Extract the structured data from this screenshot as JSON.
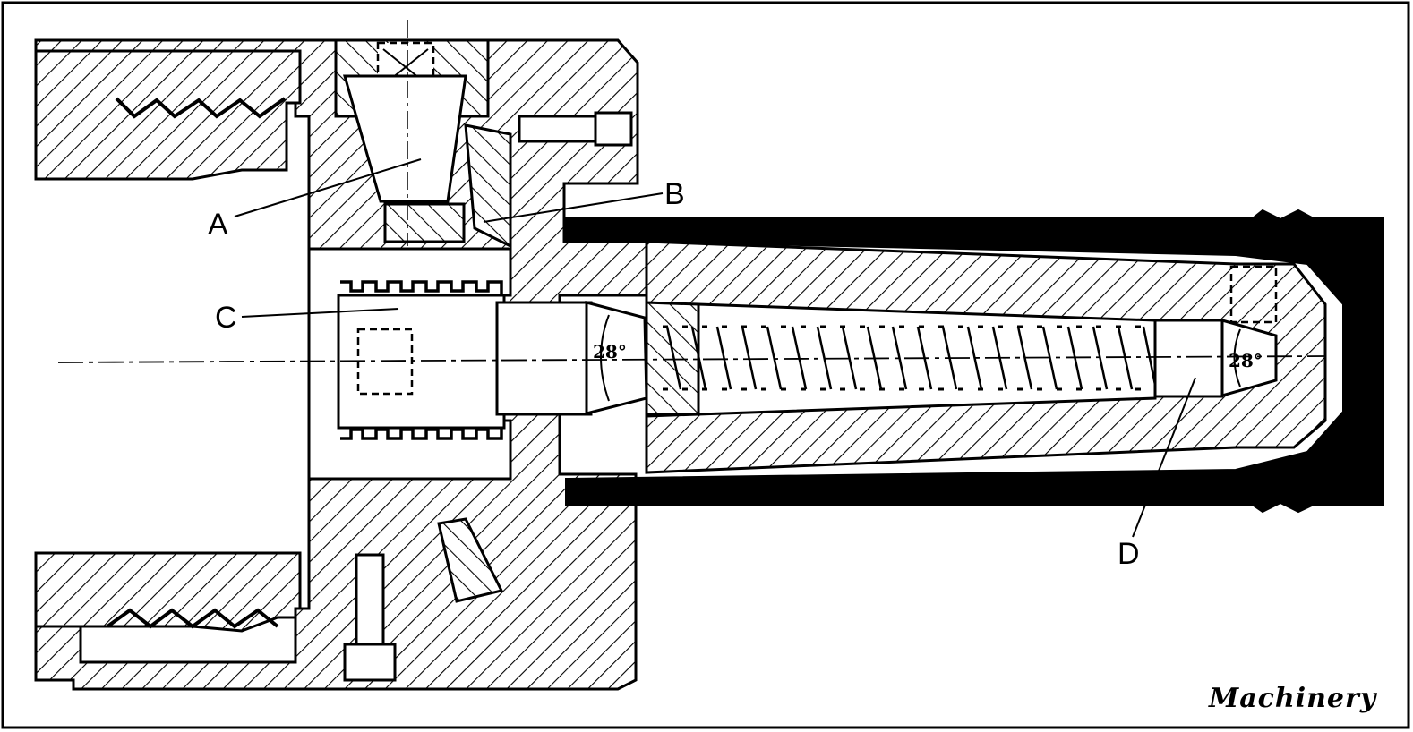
{
  "labels": {
    "a": "A",
    "b": "B",
    "c": "C",
    "d": "D"
  },
  "angles": {
    "left": "28°",
    "right": "28°"
  },
  "credit": "Machinery",
  "colors": {
    "ink": "#000000",
    "paper": "#ffffff"
  }
}
